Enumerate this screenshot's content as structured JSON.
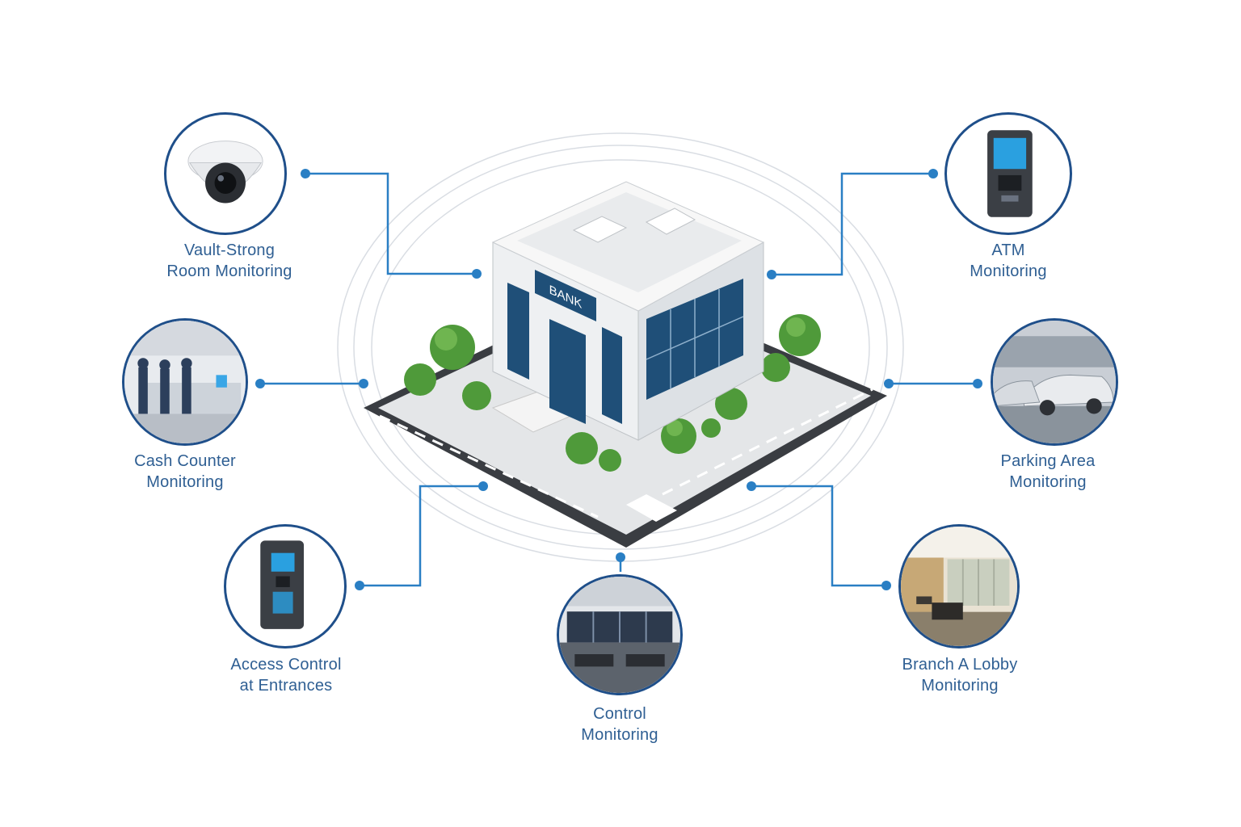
{
  "building": {
    "sign_text": "BANK"
  },
  "nodes": [
    {
      "id": "vault",
      "line1": "Vault-Strong",
      "line2": "Room Monitoring",
      "icon": "dome-camera-icon"
    },
    {
      "id": "atm",
      "line1": "ATM",
      "line2": "Monitoring",
      "icon": "atm-kiosk-icon"
    },
    {
      "id": "cash",
      "line1": "Cash Counter",
      "line2": "Monitoring",
      "icon": "cash-counter-photo"
    },
    {
      "id": "parking",
      "line1": "Parking Area",
      "line2": "Monitoring",
      "icon": "parking-area-photo"
    },
    {
      "id": "access",
      "line1": "Access Control",
      "line2": "at Entrances",
      "icon": "access-control-panel-icon"
    },
    {
      "id": "control",
      "line1": "Control",
      "line2": "Monitoring",
      "icon": "control-room-photo"
    },
    {
      "id": "lobby",
      "line1": "Branch A Lobby",
      "line2": "Monitoring",
      "icon": "lobby-photo"
    }
  ],
  "colors": {
    "connector": "#2a7fc4",
    "circle_border": "#1f4f8a",
    "label": "#2f5f93",
    "glass": "#1f4f78",
    "road": "#3a3d42"
  }
}
